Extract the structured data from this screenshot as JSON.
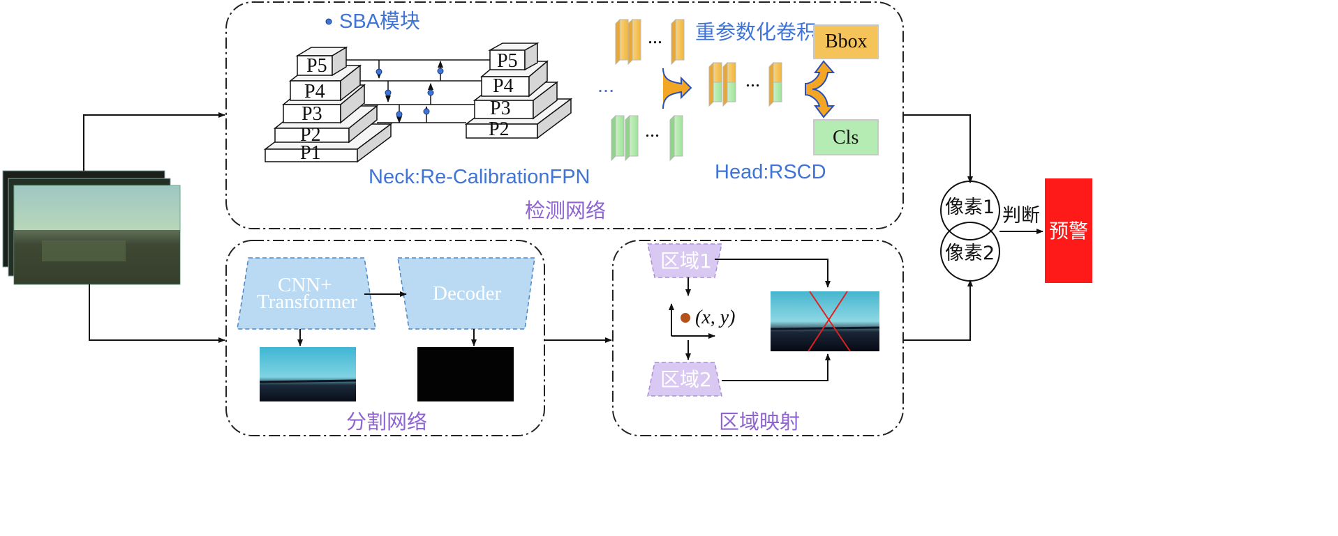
{
  "detection": {
    "title": "检测网络",
    "sba_label": "SBA模块",
    "reparam_label": "重参数化卷积",
    "neck_label": "Neck:Re-CalibrationFPN",
    "head_label": "Head:RSCD",
    "bbox_label": "Bbox",
    "cls_label": "Cls",
    "left_pyramid": [
      "P5",
      "P4",
      "P3",
      "P2",
      "P1"
    ],
    "right_pyramid": [
      "P5",
      "P4",
      "P3",
      "P2"
    ],
    "ellipsis": "..."
  },
  "segmentation": {
    "title": "分割网络",
    "encoder_label_line1": "CNN+",
    "encoder_label_line2": "Transformer",
    "decoder_label": "Decoder"
  },
  "region_mapping": {
    "title": "区域映射",
    "region1_label": "区域1",
    "region2_label": "区域2",
    "coord_label": "(x, y)"
  },
  "decision": {
    "pixel1_label": "像素1",
    "pixel2_label": "像素2",
    "judge_label": "判断",
    "warning_label": "预警"
  },
  "colors": {
    "blue_text": "#3f74d6",
    "purple_text": "#8f64d2",
    "bbox_fill": "#f4c35a",
    "cls_fill": "#b4ecb4",
    "trapezoid_fill": "#b9daf2",
    "region_fill": "#d8c8f2",
    "warning_fill": "#ff1a1a",
    "arrow_orange": "#f2a623"
  }
}
